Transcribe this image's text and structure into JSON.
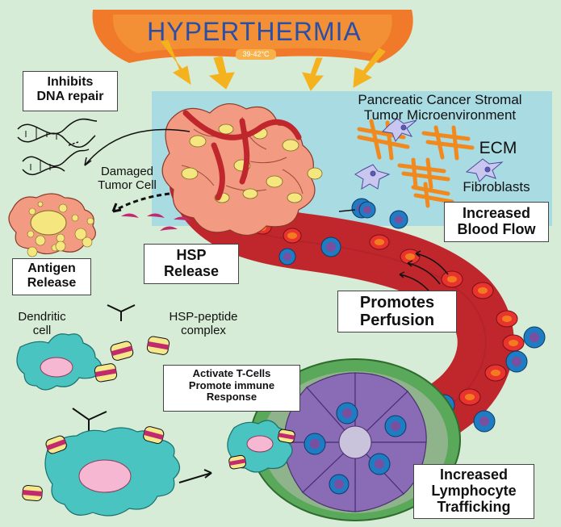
{
  "header": {
    "title": "HYPERTHERMIA",
    "temperature": "39-42°C"
  },
  "microenvironment": {
    "title": "Pancreatic Cancer Stromal\nTumor Microenvironment",
    "ecm": "ECM",
    "fibroblasts": "Fibroblasts"
  },
  "labels": {
    "inhibits_dna": "Inhibits\nDNA repair",
    "damaged_cell": "Damaged\nTumor Cell",
    "antigen_release": "Antigen\nRelease",
    "hsp_release": "HSP\nRelease",
    "dendritic_cell": "Dendritic\ncell",
    "hsp_complex": "HSP-peptide\ncomplex",
    "increased_blood_flow": "Increased\nBlood Flow",
    "promotes_perfusion": "Promotes\nPerfusion",
    "activate_tcells": "Activate T-Cells\nPromote immune\nResponse",
    "lymphocyte_trafficking": "Increased\nLymphocyte\nTrafficking"
  },
  "colors": {
    "background": "#d6ecd6",
    "stroma_panel": "#a9dbe3",
    "tumor": "#f29b82",
    "vessel": "#c0272d",
    "lymph_node": "#8a6bb5",
    "dendritic": "#49c4c0",
    "hsp_yellow": "#f4e88a",
    "hsp_band": "#c22a6e"
  }
}
